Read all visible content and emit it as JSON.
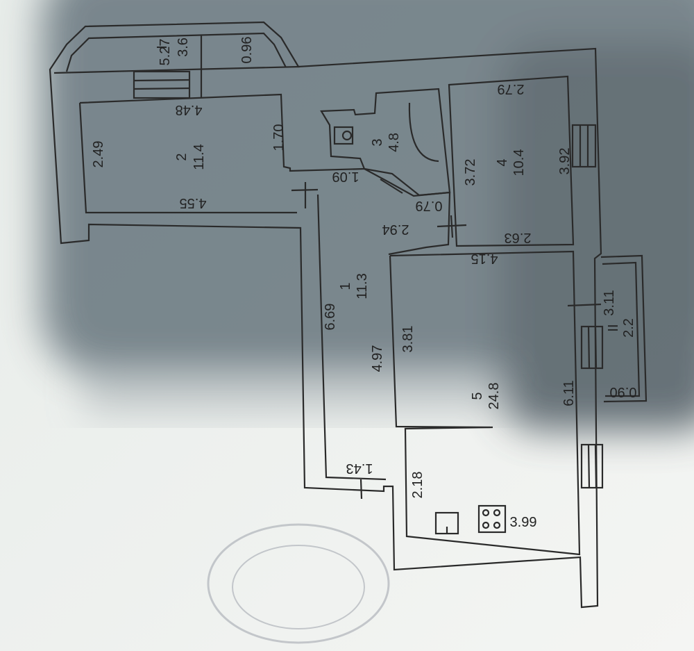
{
  "plan": {
    "balcony_top": {
      "number": "I",
      "area": "3.6",
      "length": "5.27",
      "width": "0.96"
    },
    "balcony_right": {
      "number": "II",
      "area": "2.2",
      "length": "3.11",
      "width": "0.90"
    },
    "rooms": [
      {
        "number": "1",
        "area": "11.3"
      },
      {
        "number": "2",
        "area": "11.4"
      },
      {
        "number": "3",
        "area": "4.8"
      },
      {
        "number": "4",
        "area": "10.4"
      },
      {
        "number": "5",
        "area": "24.8"
      }
    ],
    "dimensions": {
      "room2_top": "4.48",
      "room2_left": "2.49",
      "room2_right": "1.70",
      "room2_bottom": "4.55",
      "room4_top": "2.79",
      "room4_left": "3.72",
      "room4_right": "3.92",
      "room4_bottom": "2.63",
      "hall_notch": "1.09",
      "hall_gap": "0.79",
      "hall_mid": "2.94",
      "hall_long": "6.69",
      "hall_bottom": "1.43",
      "room5_top": "4.15",
      "room5_wall_a": "3.81",
      "room5_wall_b": "4.97",
      "room5_right": "6.11",
      "kitchen_left": "2.18",
      "kitchen_bottom": "3.99"
    }
  },
  "colors": {
    "paper": "#eef1ee",
    "shadow": "#5f6d76",
    "ink": "#222222",
    "stamp": "#b9bcc2"
  }
}
